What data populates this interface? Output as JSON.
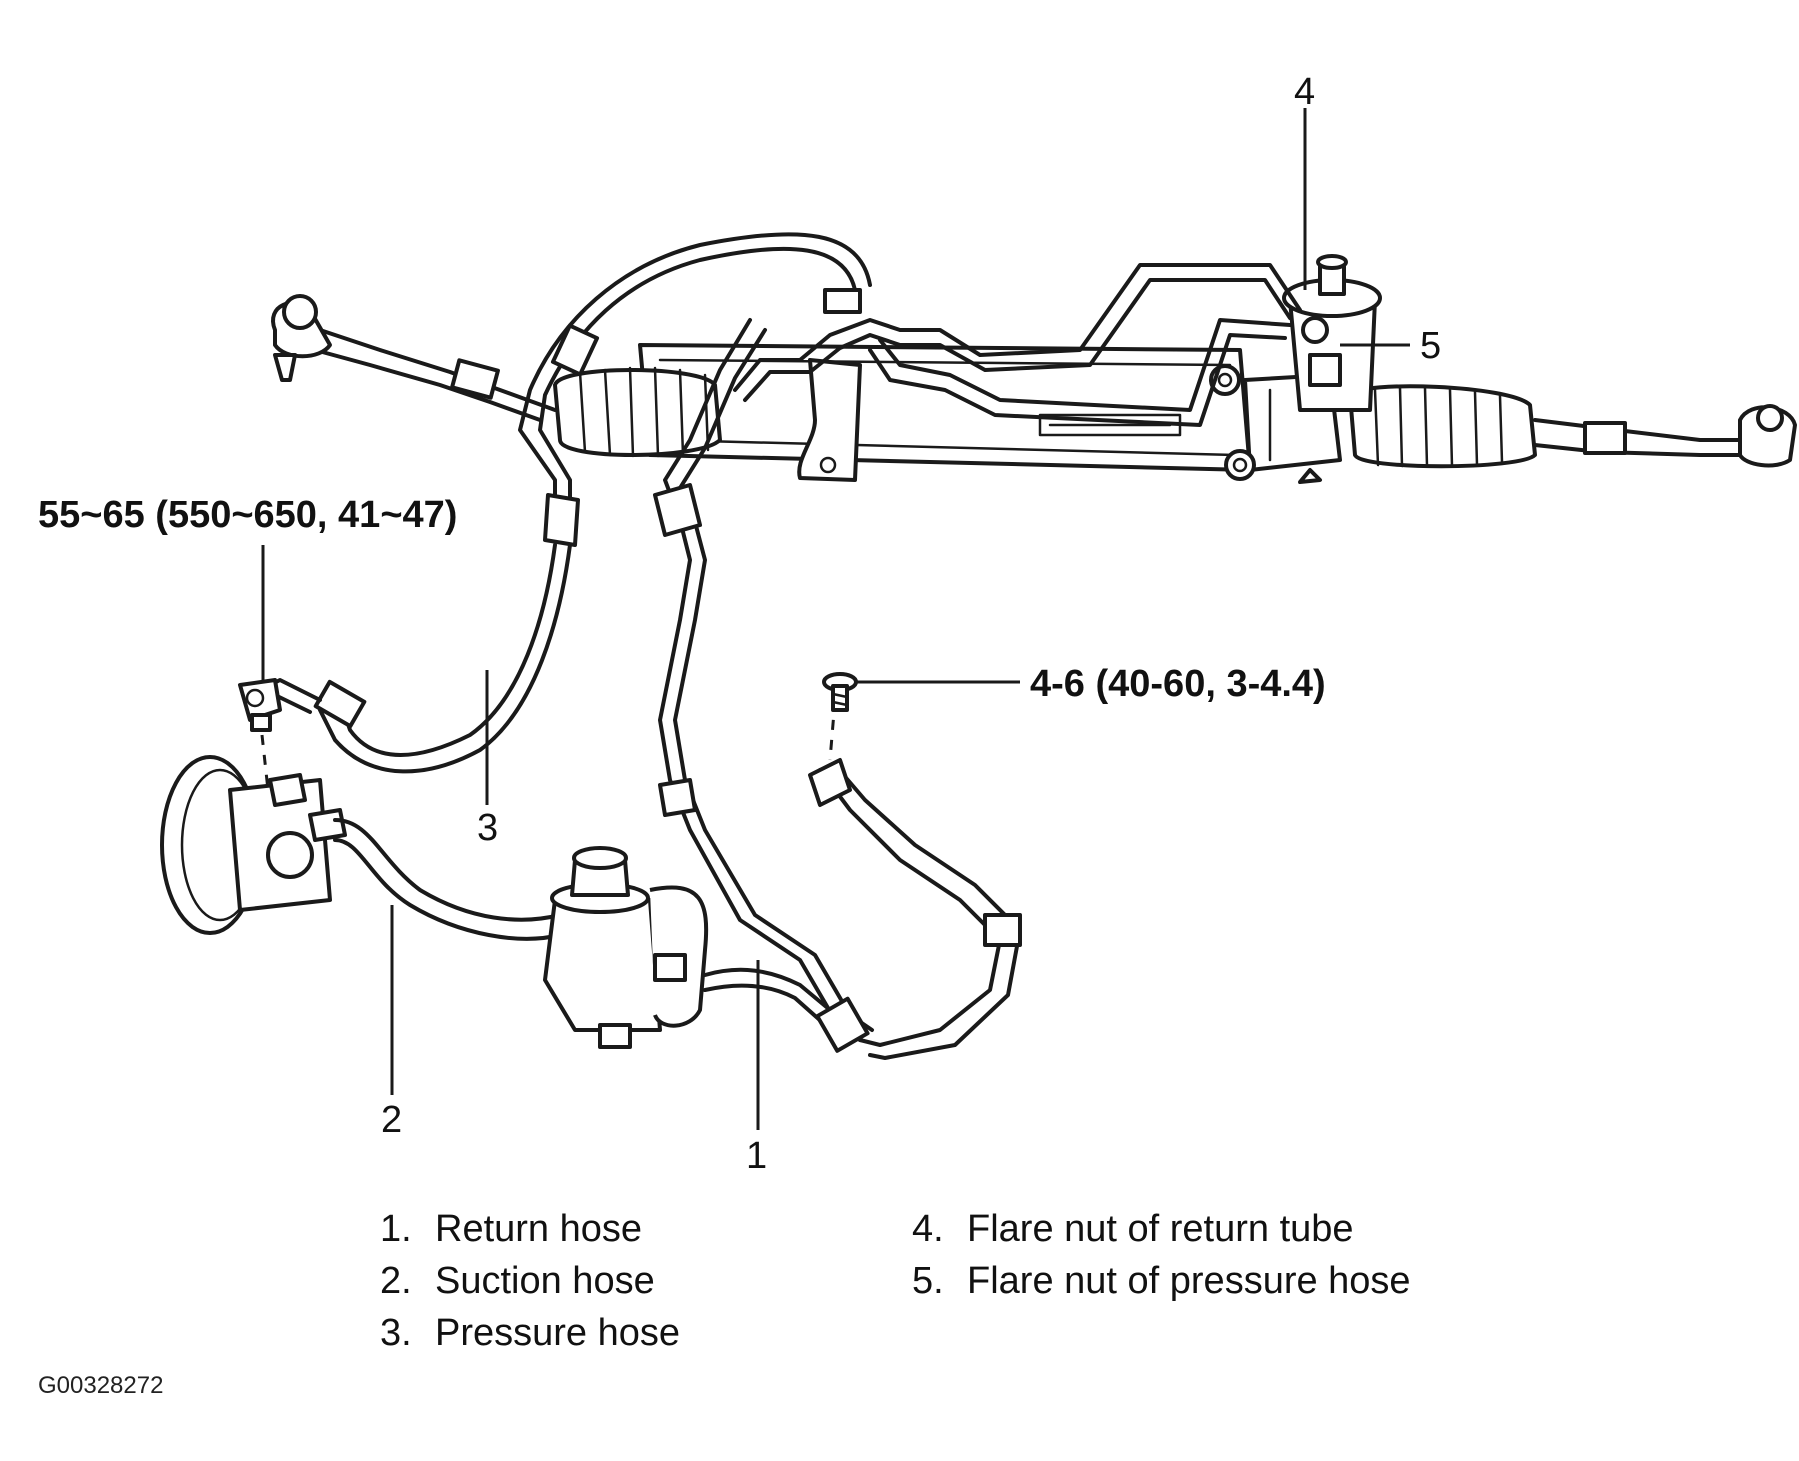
{
  "callouts": {
    "c1": "1",
    "c2": "2",
    "c3": "3",
    "c4": "4",
    "c5": "5"
  },
  "torque": {
    "pressure_hose_fitting": "55~65 (550~650, 41~47)",
    "bracket_bolt": "4-6 (40-60, 3-4.4)"
  },
  "legend": [
    {
      "num": "1.",
      "label": "Return hose"
    },
    {
      "num": "2.",
      "label": "Suction hose"
    },
    {
      "num": "3.",
      "label": "Pressure hose"
    },
    {
      "num": "4.",
      "label": "Flare nut of return tube"
    },
    {
      "num": "5.",
      "label": "Flare nut of pressure hose"
    }
  ],
  "figure_id": "G00328272"
}
